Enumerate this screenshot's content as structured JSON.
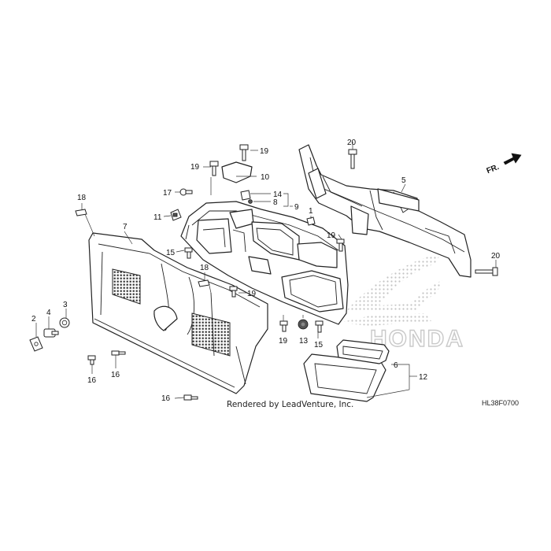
{
  "diagram": {
    "code": "HL38F0700",
    "credit": "Rendered by LeadVenture, Inc.",
    "direction_label": "FR.",
    "watermark_text": "HONDA",
    "callouts": {
      "c1": "1",
      "c2": "2",
      "c3": "3",
      "c4": "4",
      "c5": "5",
      "c6": "6",
      "c7": "7",
      "c8": "8",
      "c9": "9",
      "c10": "10",
      "c11": "11",
      "c12": "12",
      "c13": "13",
      "c14": "14",
      "c15a": "15",
      "c15b": "15",
      "c16a": "16",
      "c16b": "16",
      "c16c": "16",
      "c17": "17",
      "c18a": "18",
      "c18b": "18",
      "c19a": "19",
      "c19b": "19",
      "c19c": "19",
      "c19d": "19",
      "c19e": "19",
      "c20a": "20",
      "c20b": "20"
    },
    "colors": {
      "line": "#222222",
      "watermark": "#c9c9c9",
      "background": "#ffffff"
    }
  }
}
